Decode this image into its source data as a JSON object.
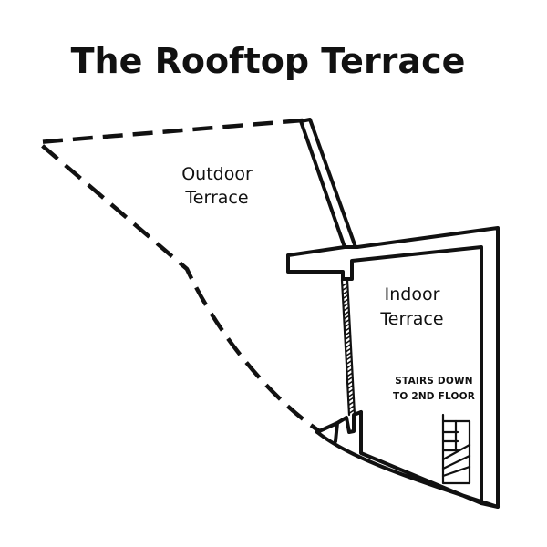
{
  "title": "The Rooftop Terrace",
  "areas": {
    "outdoor": {
      "line1": "Outdoor",
      "line2": "Terrace"
    },
    "indoor": {
      "line1": "Indoor",
      "line2": "Terrace"
    }
  },
  "stairs": {
    "line1": "STAIRS DOWN",
    "line2": "TO 2ND FLOOR"
  }
}
